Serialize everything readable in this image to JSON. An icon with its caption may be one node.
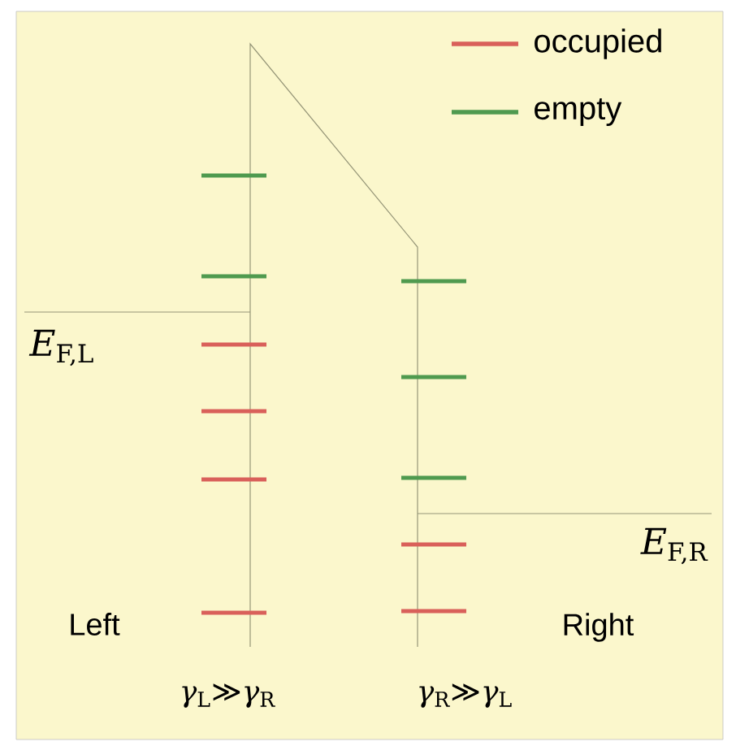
{
  "diagram": {
    "labels": [
      "*E*$_{F,L}$",
      "*E*$_{F,R}$",
      "Left",
      "Right",
      "*γ*$_{L}$≫*γ*$_{R}$",
      "*γ*$_{R}$≫*γ*$_{L}$"
    ],
    "legend": [
      {
        "text": "occupied",
        "color": "#d9605a"
      },
      {
        "text": "empty",
        "color": "#4f9a4f"
      }
    ]
  }
}
